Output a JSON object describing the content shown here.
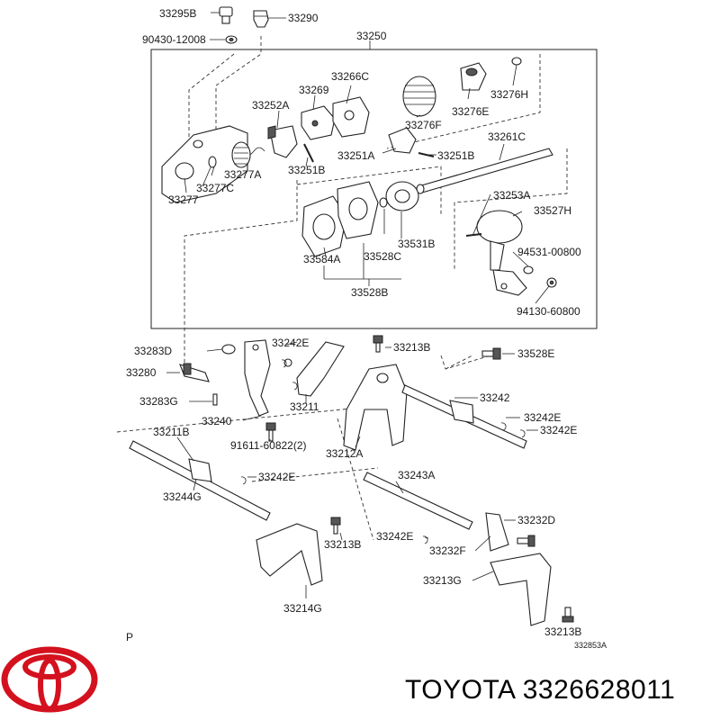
{
  "diagram": {
    "labels": [
      {
        "id": "l1",
        "text": "33295B"
      },
      {
        "id": "l2",
        "text": "33290"
      },
      {
        "id": "l3",
        "text": "90430-12008"
      },
      {
        "id": "l4",
        "text": "33250"
      },
      {
        "id": "l5",
        "text": "33266C"
      },
      {
        "id": "l6",
        "text": "33269"
      },
      {
        "id": "l7",
        "text": "33252A"
      },
      {
        "id": "l8",
        "text": "33276F"
      },
      {
        "id": "l9",
        "text": "33276E"
      },
      {
        "id": "l10",
        "text": "33276H"
      },
      {
        "id": "l11",
        "text": "33277A"
      },
      {
        "id": "l12",
        "text": "33277C"
      },
      {
        "id": "l13",
        "text": "33277"
      },
      {
        "id": "l14",
        "text": "33251B"
      },
      {
        "id": "l15",
        "text": "33251A"
      },
      {
        "id": "l16",
        "text": "33251B"
      },
      {
        "id": "l17",
        "text": "33261C"
      },
      {
        "id": "l18",
        "text": "33253A"
      },
      {
        "id": "l19",
        "text": "33527H"
      },
      {
        "id": "l20",
        "text": "94531-00800"
      },
      {
        "id": "l21",
        "text": "94130-60800"
      },
      {
        "id": "l22",
        "text": "33584A"
      },
      {
        "id": "l23",
        "text": "33528C"
      },
      {
        "id": "l24",
        "text": "33531B"
      },
      {
        "id": "l25",
        "text": "33528B"
      },
      {
        "id": "l26",
        "text": "33283D"
      },
      {
        "id": "l27",
        "text": "33242E"
      },
      {
        "id": "l28",
        "text": "33213B"
      },
      {
        "id": "l29",
        "text": "33528E"
      },
      {
        "id": "l30",
        "text": "33280"
      },
      {
        "id": "l31",
        "text": "33242"
      },
      {
        "id": "l32",
        "text": "33283G"
      },
      {
        "id": "l33",
        "text": "33211"
      },
      {
        "id": "l34",
        "text": "33240"
      },
      {
        "id": "l35",
        "text": "33242E"
      },
      {
        "id": "l36",
        "text": "33211B"
      },
      {
        "id": "l37",
        "text": "91611-60822(2)"
      },
      {
        "id": "l38",
        "text": "33242E"
      },
      {
        "id": "l39",
        "text": "33212A"
      },
      {
        "id": "l40",
        "text": "33242E"
      },
      {
        "id": "l41",
        "text": "33243A"
      },
      {
        "id": "l42",
        "text": "33244G"
      },
      {
        "id": "l43",
        "text": "33232D"
      },
      {
        "id": "l44",
        "text": "33242E"
      },
      {
        "id": "l45",
        "text": "33213B"
      },
      {
        "id": "l46",
        "text": "33232F"
      },
      {
        "id": "l47",
        "text": "33213G"
      },
      {
        "id": "l48",
        "text": "33214G"
      },
      {
        "id": "l49",
        "text": "33213B"
      },
      {
        "id": "l50",
        "text": "P"
      },
      {
        "id": "l51",
        "text": "332853A"
      }
    ]
  },
  "footer": {
    "brand_text": "TOYOTA 3326628011",
    "logo_color": "#d4111e"
  }
}
